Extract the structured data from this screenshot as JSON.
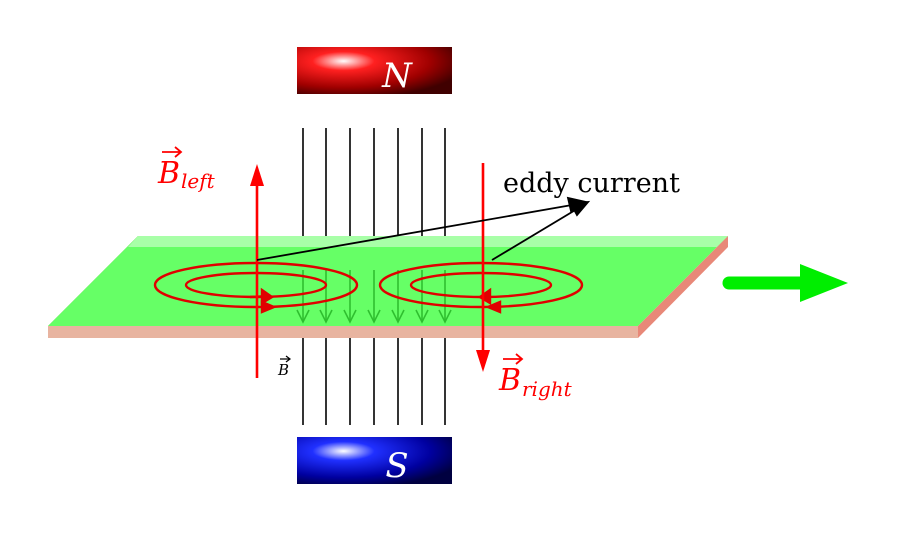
{
  "magnets": {
    "north_label": "N",
    "south_label": "S",
    "north_color": "#b30000",
    "south_color": "#0000a0"
  },
  "labels": {
    "b_left_base": "B",
    "b_left_sub": "left",
    "b_right_base": "B",
    "b_right_sub": "right",
    "b_field_label": "B",
    "eddy_current": "eddy current"
  },
  "colors": {
    "plate": "#66ff66",
    "plate_edge": "#e8a890",
    "field_arrow": "#ff0000",
    "field_lines": "#000000",
    "field_lines_inside": "#2fbf2f",
    "eddy_loops": "#e00000",
    "motion_arrow": "#00ee00"
  },
  "icons": {
    "motion": "right-arrow-icon"
  }
}
